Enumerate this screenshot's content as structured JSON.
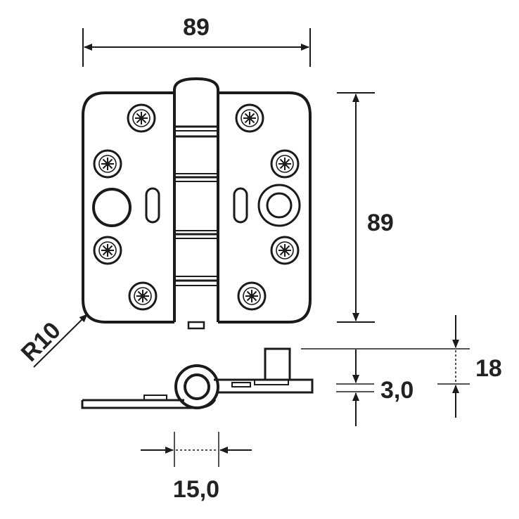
{
  "dimensions": {
    "width_top": "89",
    "height_right": "89",
    "corner_radius": "R10",
    "total_thickness": "18",
    "plate_thickness": "3,0",
    "knuckle_diameter": "15,0"
  },
  "colors": {
    "line": "#1a1a1a",
    "background": "#ffffff"
  }
}
